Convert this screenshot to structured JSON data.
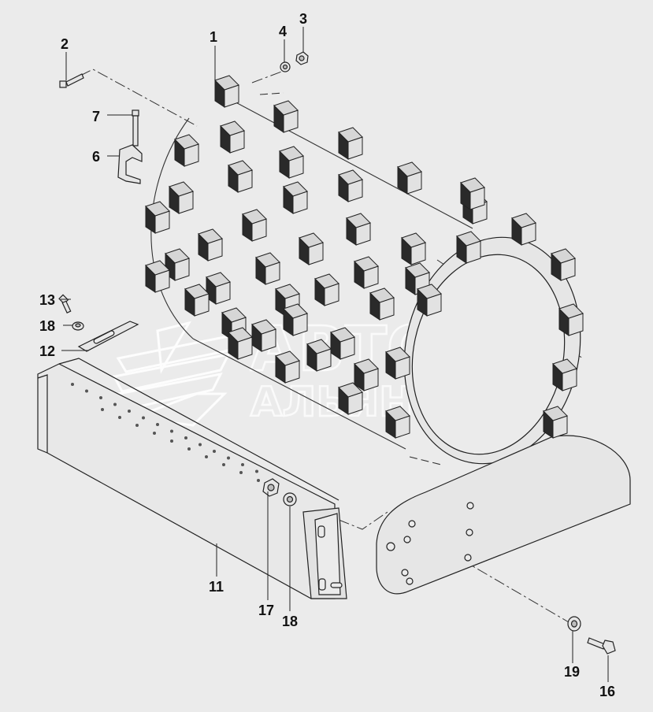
{
  "diagram": {
    "kind": "exploded parts drawing",
    "colors": {
      "background": "#ebebeb",
      "part_fill": "#e8e8e8",
      "pad_dark": "#2a2a2a",
      "pad_light": "#d0d0d0",
      "line": "#222222",
      "watermark": "#ffffff"
    },
    "callouts": [
      {
        "id": "c1",
        "label": "1"
      },
      {
        "id": "c2",
        "label": "2"
      },
      {
        "id": "c3",
        "label": "3"
      },
      {
        "id": "c4",
        "label": "4"
      },
      {
        "id": "c6",
        "label": "6"
      },
      {
        "id": "c7",
        "label": "7"
      },
      {
        "id": "c11",
        "label": "11"
      },
      {
        "id": "c12",
        "label": "12"
      },
      {
        "id": "c13",
        "label": "13"
      },
      {
        "id": "c16",
        "label": "16"
      },
      {
        "id": "c17",
        "label": "17"
      },
      {
        "id": "c18a",
        "label": "18"
      },
      {
        "id": "c18b",
        "label": "18"
      },
      {
        "id": "c19",
        "label": "19"
      }
    ],
    "watermark": {
      "line1": "АВТО",
      "line2": "АЛЬЯНС"
    }
  }
}
